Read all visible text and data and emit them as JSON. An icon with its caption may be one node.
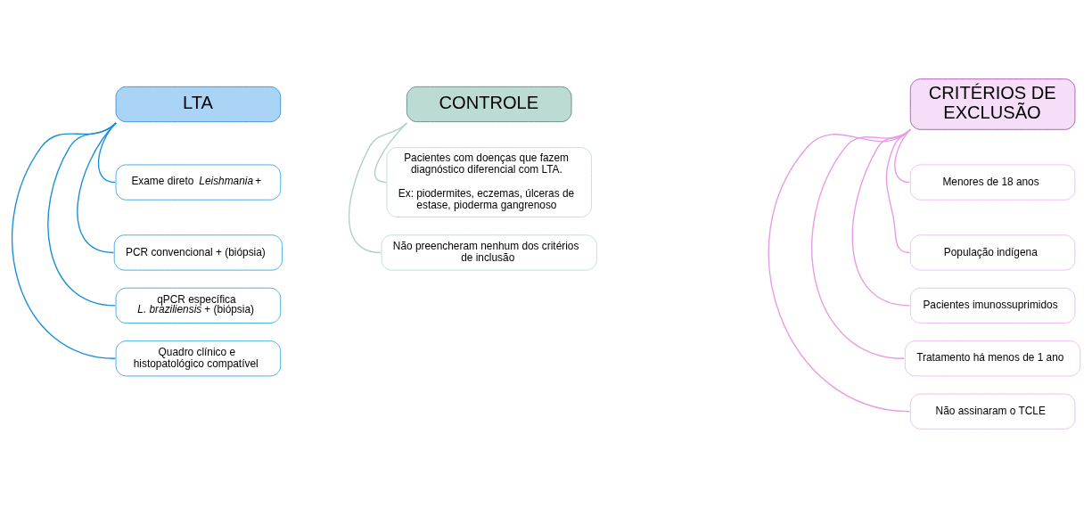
{
  "diagram": {
    "nodes": [
      {
        "text": [
          "LTA"
        ]
      },
      {
        "text": [
          "Exame direto *Leishmania* +"
        ]
      },
      {
        "text": [
          "PCR convencional + (biópsia)"
        ]
      },
      {
        "text": [
          "qPCR específica *L. braziliensis* + (biópsia)"
        ]
      },
      {
        "text": [
          "Quadro clínico e histopatológico compatível"
        ]
      },
      {
        "text": [
          "CONTROLE"
        ]
      },
      {
        "text": [
          "Pacientes com doenças que fazem diagnóstico diferencial com LTA.",
          "Ex: piodermites, eczemas, úlceras de estase, pioderma gangrenoso"
        ]
      },
      {
        "text": [
          "Não preencheram nenhum dos critérios de inclusão"
        ]
      },
      {
        "text": [
          "CRITÉRIOS DE EXCLUSÃO"
        ]
      },
      {
        "text": [
          "Menores de 18 anos"
        ]
      },
      {
        "text": [
          "População indígena"
        ]
      },
      {
        "text": [
          "Pacientes imunossuprimidos"
        ]
      },
      {
        "text": [
          "Tratamento há menos de 1 ano"
        ]
      },
      {
        "text": [
          "Não assinaram o TCLE"
        ]
      }
    ],
    "edges": [
      {
        "from": 0,
        "to": 1,
        "arrow": "none",
        "color": "#1a8fd6"
      },
      {
        "from": 0,
        "to": 2,
        "arrow": "none",
        "color": "#1a8fd6"
      },
      {
        "from": 0,
        "to": 3,
        "arrow": "none",
        "color": "#1a8fd6"
      },
      {
        "from": 0,
        "to": 4,
        "arrow": "none",
        "color": "#1a8fd6"
      },
      {
        "from": 5,
        "to": 6,
        "arrow": "none",
        "color": "#b0d0c8"
      },
      {
        "from": 5,
        "to": 7,
        "arrow": "none",
        "color": "#b0d0c8"
      },
      {
        "from": 8,
        "to": 9,
        "arrow": "none"
      },
      {
        "from": 8,
        "to": 10,
        "arrow": "none"
      },
      {
        "from": 8,
        "to": 11,
        "arrow": "none"
      },
      {
        "from": 8,
        "to": 12,
        "arrow": "none"
      },
      {
        "from": 8,
        "to": 13,
        "arrow": "none"
      }
    ]
  }
}
